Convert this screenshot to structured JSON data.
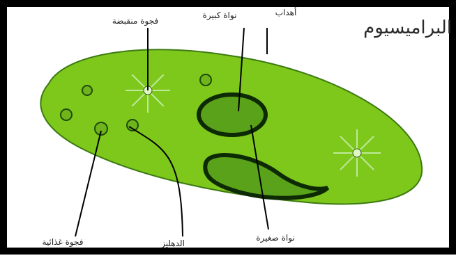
{
  "diagram": {
    "title": "البراميسيوم",
    "labels": {
      "contractile_vacuole": "فجوة منقبضة",
      "macronucleus": "نواة كبيرة",
      "cilia": "أهداب",
      "food_vacuole": "فجوة غذائية",
      "oral_groove": "الدهليز",
      "micronucleus": "نواة صغيرة"
    }
  },
  "colors": {
    "cell_fill": "#7ec81c",
    "cell_outline": "#3d7a12",
    "frame": "#000000",
    "label_text": "#222222"
  }
}
